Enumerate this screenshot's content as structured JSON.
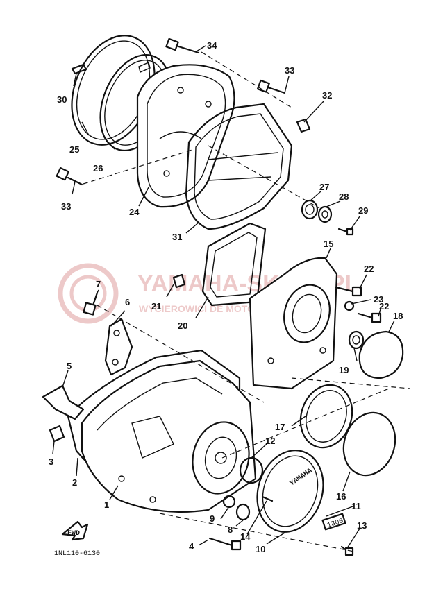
{
  "callouts": {
    "c1": "1",
    "c2": "2",
    "c3": "3",
    "c4": "4",
    "c5": "5",
    "c6": "6",
    "c7": "7",
    "c8": "8",
    "c9": "9",
    "c10": "10",
    "c11": "11",
    "c12": "12",
    "c13": "13",
    "c14": "14",
    "c15": "15",
    "c16": "16",
    "c17": "17",
    "c18": "18",
    "c19": "19",
    "c20": "20",
    "c21": "21",
    "c22a": "22",
    "c22b": "22",
    "c23": "23",
    "c24": "24",
    "c25": "25",
    "c26": "26",
    "c27": "27",
    "c28": "28",
    "c29": "29",
    "c30": "30",
    "c31": "31",
    "c32": "32",
    "c33a": "33",
    "c33b": "33",
    "c34": "34"
  },
  "labels": {
    "drawing_code": "1NL110-6130",
    "fwd_arrow": "FWD",
    "cover_logo": "YAMAHA",
    "emblem": "1300"
  },
  "watermark": {
    "title": "YAMAHA-SKLEP.PL",
    "subtitle": "WYCIEROWICI DE MOTORACH"
  },
  "colors": {
    "ink": "#111111",
    "watermark": "#e8b8b8"
  }
}
